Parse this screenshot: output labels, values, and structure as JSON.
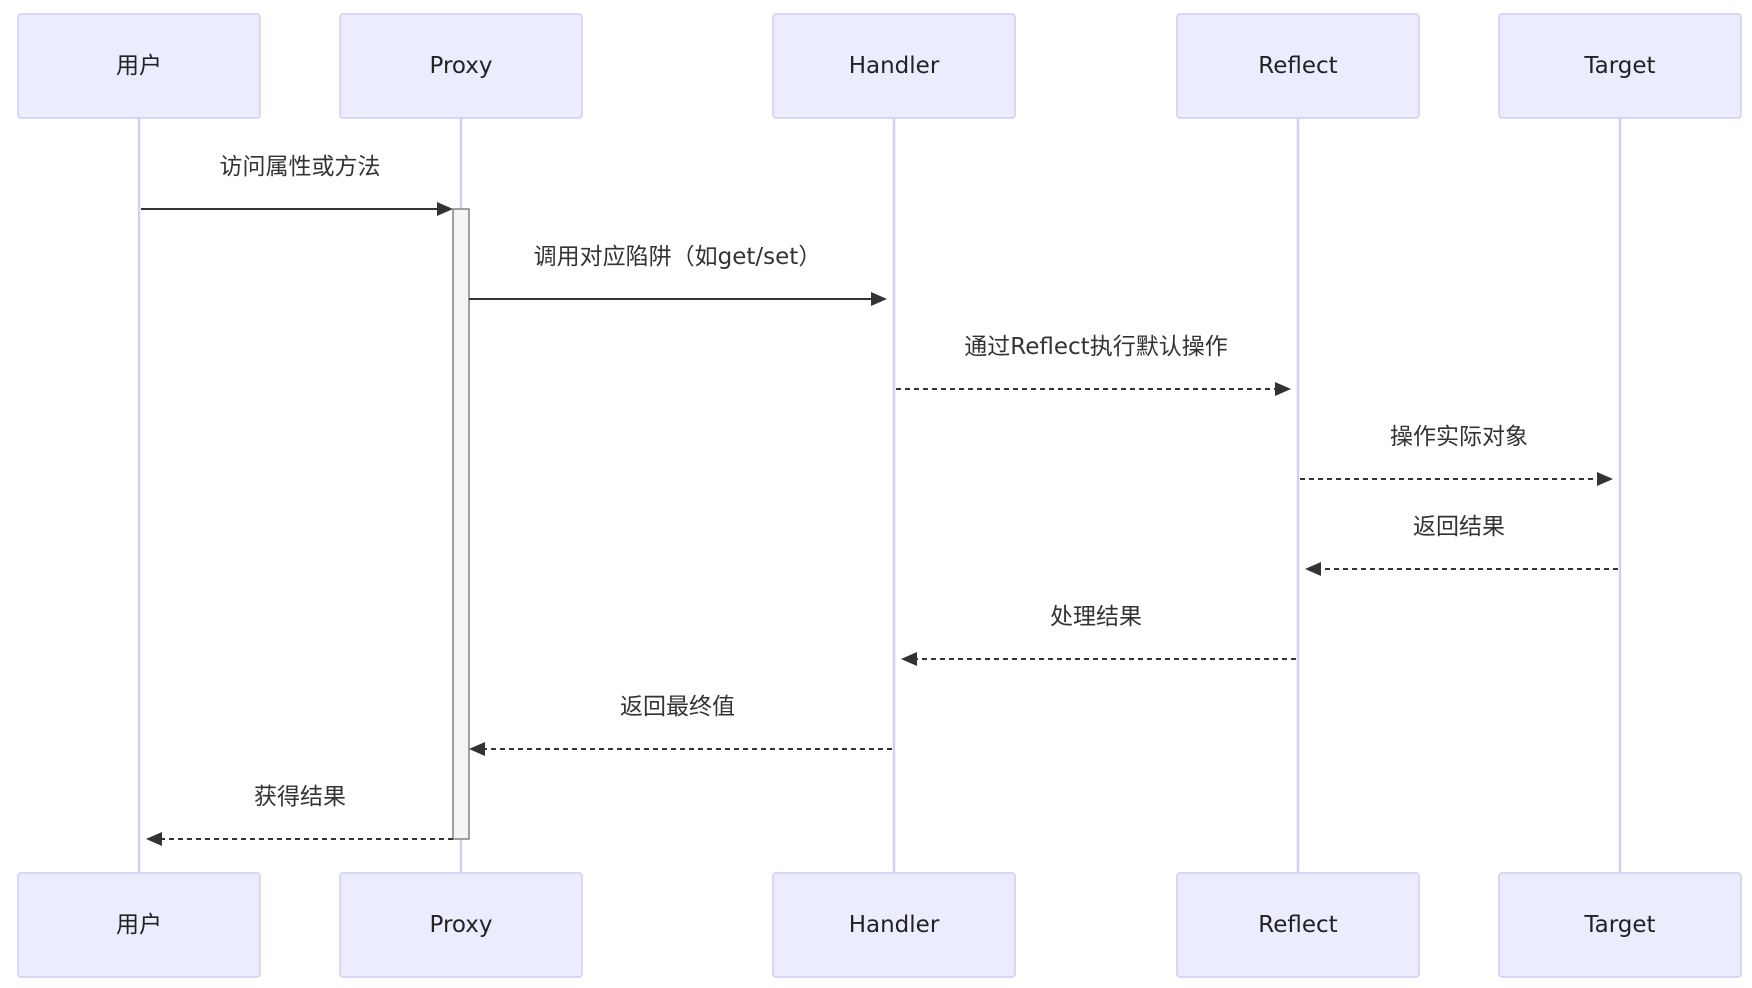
{
  "participants": [
    {
      "id": "user",
      "label": "用户"
    },
    {
      "id": "proxy",
      "label": "Proxy"
    },
    {
      "id": "handler",
      "label": "Handler"
    },
    {
      "id": "reflect",
      "label": "Reflect"
    },
    {
      "id": "target",
      "label": "Target"
    }
  ],
  "messages": [
    {
      "from": "user",
      "to": "proxy",
      "label": "访问属性或方法",
      "style": "solid"
    },
    {
      "from": "proxy",
      "to": "handler",
      "label": "调用对应陷阱（如get/set）",
      "style": "solid"
    },
    {
      "from": "handler",
      "to": "reflect",
      "label": "通过Reflect执行默认操作",
      "style": "dashed"
    },
    {
      "from": "reflect",
      "to": "target",
      "label": "操作实际对象",
      "style": "dashed"
    },
    {
      "from": "target",
      "to": "reflect",
      "label": "返回结果",
      "style": "dashed"
    },
    {
      "from": "reflect",
      "to": "handler",
      "label": "处理结果",
      "style": "dashed"
    },
    {
      "from": "handler",
      "to": "proxy",
      "label": "返回最终值",
      "style": "dashed"
    },
    {
      "from": "proxy",
      "to": "user",
      "label": "获得结果",
      "style": "dashed"
    }
  ],
  "activations": [
    {
      "participant": "proxy",
      "from_message": 0,
      "to_message": 7
    }
  ],
  "colors": {
    "actor_fill": "#ECECFF",
    "actor_border": "#D3CCF0",
    "lifeline": "#D5CFF0",
    "arrow": "#333333",
    "activation_fill": "#F4F4F4"
  }
}
